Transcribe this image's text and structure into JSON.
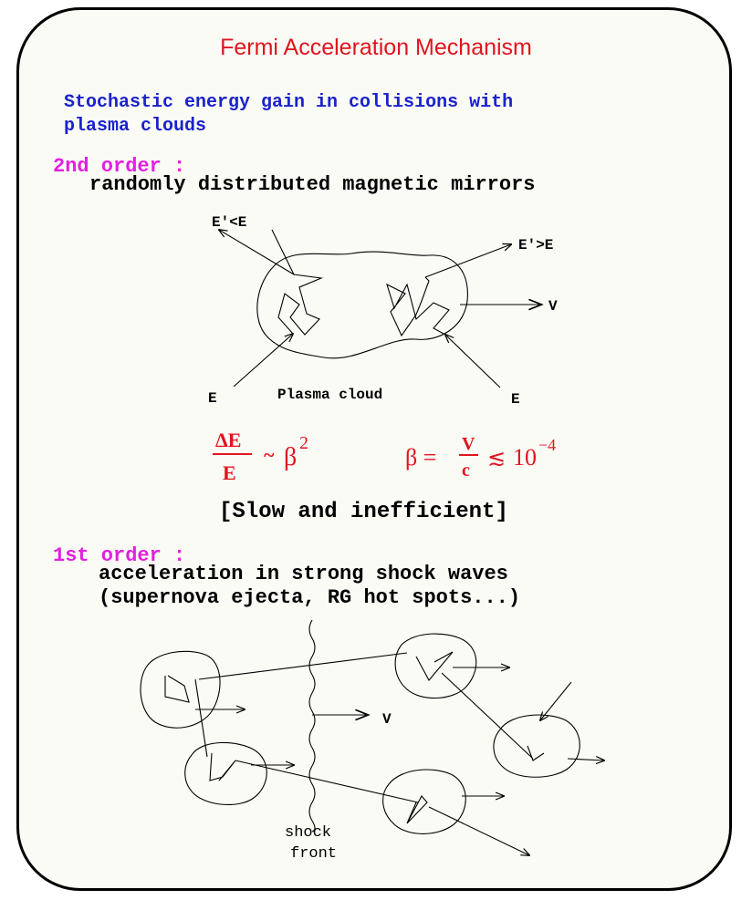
{
  "title": "Fermi Acceleration Mechanism",
  "subtitle": "Stochastic energy gain in collisions with\nplasma clouds",
  "second_order": {
    "label": "2nd order :",
    "description": "randomly distributed magnetic mirrors",
    "labels": {
      "e_prime_less": "E'<E",
      "e_prime_greater": "E'>E",
      "velocity": "V",
      "e_left": "E",
      "e_right": "E",
      "cloud": "Plasma cloud"
    },
    "formula": {
      "delta_e": "ΔE",
      "e": "E",
      "tilde": "~",
      "beta_sq": "β",
      "exp2": "2",
      "beta_eq": "β =",
      "v": "V",
      "c": "c",
      "lesssim": "≲",
      "ten": "10",
      "exp": "−4"
    },
    "note": "[Slow and inefficient]"
  },
  "first_order": {
    "label": "1st order :",
    "description": "acceleration in strong shock waves\n(supernova ejecta, RG hot spots...)",
    "velocity": "V",
    "shock_line1": "shock",
    "shock_line2": "front"
  },
  "colors": {
    "title": "#e0141e",
    "subtitle": "#1a22cc",
    "order_label": "#e020e0",
    "formula": "#e0141e"
  }
}
